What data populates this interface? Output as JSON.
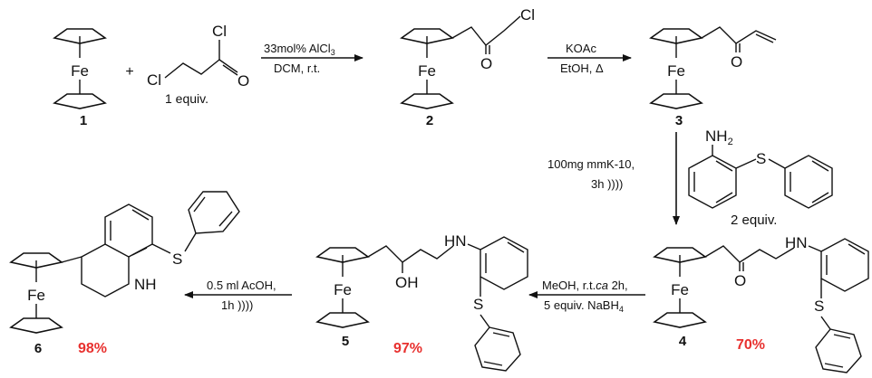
{
  "compounds": [
    {
      "id": "c1",
      "number": "1"
    },
    {
      "id": "c2",
      "number": "2"
    },
    {
      "id": "c3",
      "number": "3"
    },
    {
      "id": "c4",
      "number": "4"
    },
    {
      "id": "c5",
      "number": "5"
    },
    {
      "id": "c6",
      "number": "6"
    }
  ],
  "atoms": {
    "fe": "Fe",
    "cl": "Cl",
    "o": "O",
    "s": "S",
    "nh": "NH",
    "hn": "HN",
    "h": "H",
    "oh": "OH",
    "n": "N",
    "h2": "2",
    "plus": "+"
  },
  "reagent_equiv": "1 equiv.",
  "aniline_equiv": "2 equiv.",
  "steps": [
    {
      "id": "s1",
      "above": "33mol% AlCl",
      "above_sub": "3",
      "below": "DCM, r.t."
    },
    {
      "id": "s2",
      "above": "KOAc",
      "below": "EtOH, Δ"
    },
    {
      "id": "s3",
      "line1": "100mg mmK-10,",
      "line2": "3h ))))"
    },
    {
      "id": "s4",
      "above_a": "MeOH, r.t.",
      "above_i": "ca",
      "above_b": " 2h,",
      "below": "5 equiv. NaBH",
      "below_sub": "4"
    },
    {
      "id": "s5",
      "above": "0.5 ml AcOH,",
      "below": "1h ))))"
    }
  ],
  "yields": {
    "c4": "70%",
    "c5": "97%",
    "c6": "98%"
  },
  "colors": {
    "yield": "#e8312f",
    "ink": "#111111"
  }
}
